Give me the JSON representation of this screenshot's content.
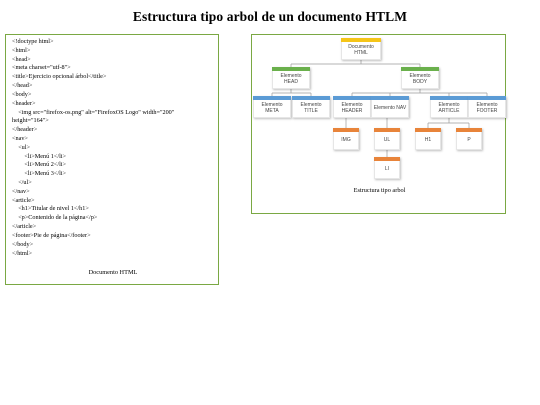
{
  "title": "Estructura tipo arbol de un documento HTLM",
  "code": {
    "lines": [
      "<!doctype html>",
      "<html>",
      "<head>",
      "<meta charset=\"utf-8\">",
      "<title>Ejercicio opcional árbol</title>",
      "</head>",
      "<body>",
      "<header>",
      "    <img src=\"firefox-os.png\" alt=\"FirefoxOS Logo\" width=\"200\"",
      "height=\"164\">",
      "</header>",
      "<nav>",
      "    <ul>",
      "        <li>Menú 1</li>",
      "        <li>Menú 2</li>",
      "        <li>Menú 3</li>",
      "    </ul>",
      "</nav>",
      "<article>",
      "    <h1>Titular de nivel 1</h1>",
      "    <p>Contenido de la página</p>",
      "</article>",
      "<footer>Pie de página</footer>",
      "</body>",
      "</html>"
    ],
    "caption": "Documento HTML"
  },
  "tree": {
    "caption": "Estructura tipo arbol",
    "colors": {
      "root": "#f5c518",
      "level1": "#6ab04c",
      "level2": "#5b9bd5",
      "level3": "#e8843a"
    },
    "nodes": {
      "root": "Documento HTML",
      "head": "Elemento HEAD",
      "body": "Elemento BODY",
      "meta": "Elemento META",
      "title": "Elemento TITLE",
      "header": "Elemento HEADER",
      "nav": "Elemento NAV",
      "article": "Elemento ARTICLE",
      "footer": "Elemento FOOTER",
      "img": "IMG",
      "ul": "UL",
      "h1": "H1",
      "p": "P",
      "li": "LI"
    }
  }
}
